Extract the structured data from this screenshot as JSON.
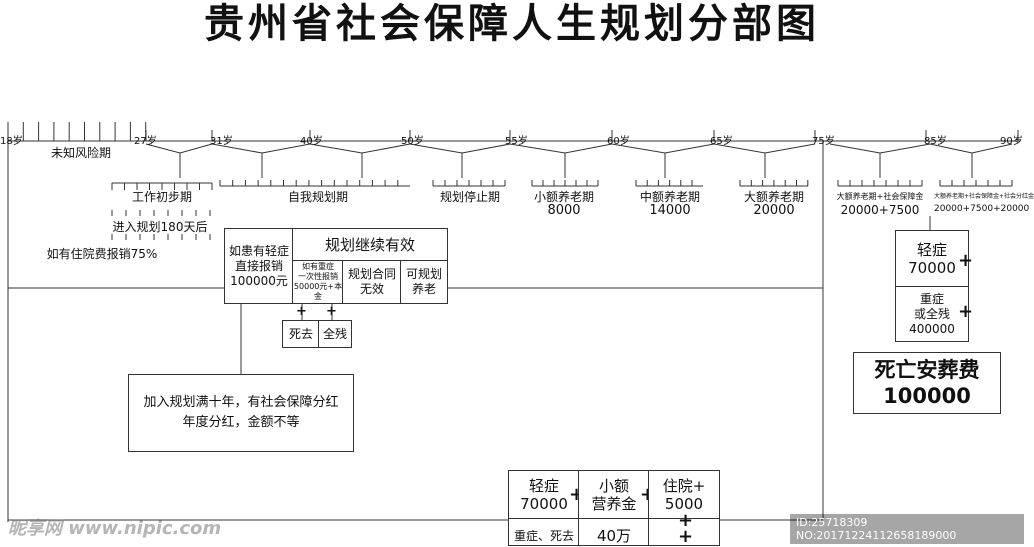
{
  "title": "贵州省社会保障人生规划分部图",
  "ages": [
    "18岁",
    "27岁",
    "31岁",
    "40岁",
    "50岁",
    "55岁",
    "60岁",
    "65岁",
    "75岁",
    "85岁",
    "90岁"
  ],
  "stages": {
    "unknown_risk": "未知风险期",
    "work_start": "工作初步期",
    "enter_plan": "进入规划180天后",
    "hospital": "如有住院费报销75%",
    "self_plan": "自我规划期",
    "plan_stop": "规划停止期",
    "small_pension": {
      "label": "小额养老期",
      "amount": "8000"
    },
    "mid_pension": {
      "label": "中额养老期",
      "amount": "14000"
    },
    "large_pension": {
      "label": "大额养老期",
      "amount": "20000"
    },
    "extra1": {
      "label": "大额养老期+社会保障金",
      "amount": "20000+7500"
    },
    "extra2": {
      "label": "大额养老期+社会保障金+社会分红金",
      "amount": "20000+7500+20000"
    }
  },
  "mild_box": {
    "line1": "如患有轻症",
    "line2": "直接报销",
    "amount": "100000元"
  },
  "continue": {
    "header": "规划继续有效",
    "col1": {
      "line1": "如有重症",
      "line2": "一次性报销",
      "line3": "50000元+本金"
    },
    "col2": {
      "line1": "规划合同",
      "line2": "无效"
    },
    "col3": {
      "line1": "可规划",
      "line2": "养老"
    }
  },
  "plus_sign": "+",
  "death_label": "死去",
  "disabled_label": "全残",
  "dividend": {
    "line1": "加入规划满十年，有社会保障分红",
    "line2": "年度分红，金额不等"
  },
  "right_mild": {
    "label": "轻症",
    "amount": "70000"
  },
  "right_severe": {
    "line1": "重症",
    "line2": "或全残",
    "amount": "400000"
  },
  "funeral": {
    "label": "死亡安葬费",
    "amount": "100000"
  },
  "bottom": {
    "mild": {
      "label": "轻症",
      "amount": "70000"
    },
    "small": {
      "line1": "小额",
      "line2": "营养金"
    },
    "hosp": {
      "label": "住院+",
      "amount": "5000"
    },
    "severe": "重症、死去",
    "forty": "40万"
  },
  "watermark": {
    "logo": "昵享网 www.nipic.com",
    "id": "ID:25718309 NO:20171224112658189000"
  }
}
